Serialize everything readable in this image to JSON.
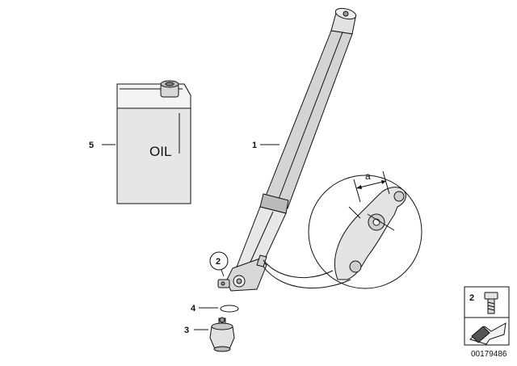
{
  "callouts": {
    "fork_leg": "1",
    "screw_circled": "2",
    "bottom_part": "3",
    "o_ring": "4",
    "oil_can": "5"
  },
  "oil_label": "OIL",
  "detail_dimension_label": "a",
  "legend_box": {
    "item_number": "2"
  },
  "drawing_id": "00179486"
}
